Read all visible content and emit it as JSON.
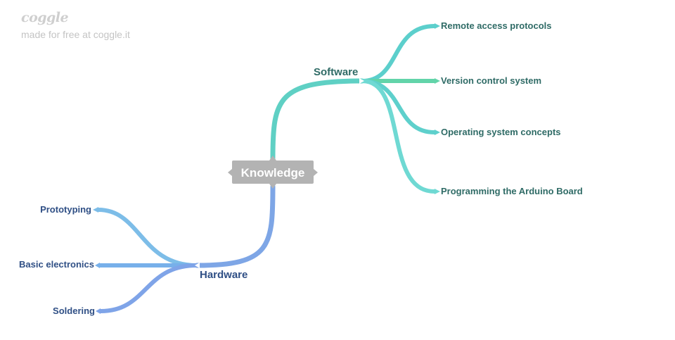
{
  "watermark": {
    "logo": "coggle",
    "tagline": "made for free at coggle.it"
  },
  "central": {
    "label": "Knowledge",
    "color": "#b3b3b3"
  },
  "branches": [
    {
      "label": "Software",
      "color": "#5fd0c4",
      "text_color": "#2f6b66",
      "children": [
        {
          "label": "Remote access protocols",
          "color": "#5ccfcc"
        },
        {
          "label": "Version control system",
          "color": "#62d4a9"
        },
        {
          "label": "Operating system concepts",
          "color": "#5ed0cc"
        },
        {
          "label": "Programming the Arduino Board",
          "color": "#6fd9d3"
        }
      ]
    },
    {
      "label": "Hardware",
      "color": "#7ea6e6",
      "text_color": "#2f4f85",
      "children": [
        {
          "label": "Prototyping",
          "color": "#7dbde8"
        },
        {
          "label": "Basic electronics",
          "color": "#77b0ea"
        },
        {
          "label": "Soldering",
          "color": "#7fa4e8"
        }
      ]
    }
  ]
}
